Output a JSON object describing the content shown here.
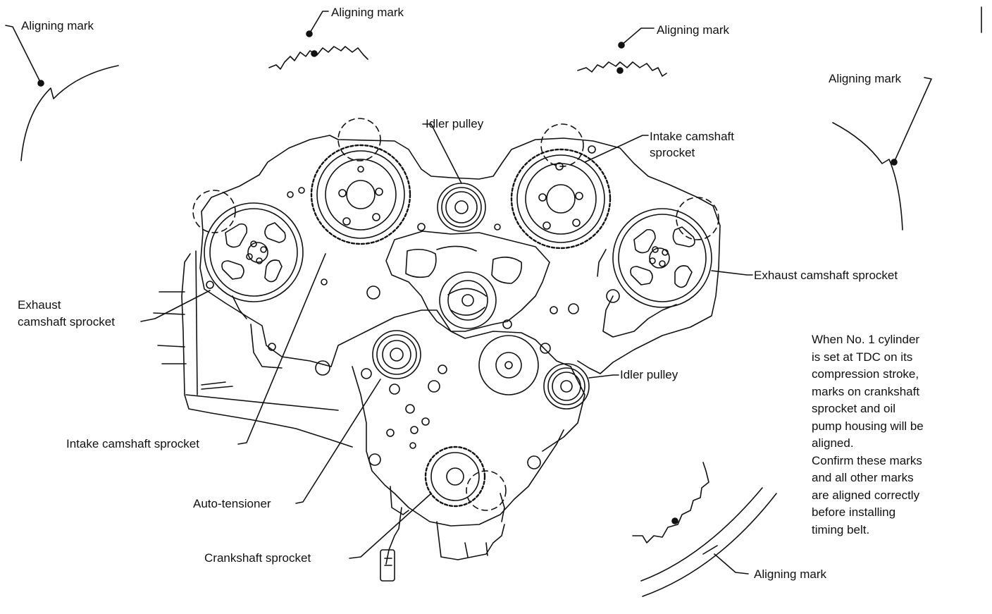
{
  "labels": {
    "aligning_mark": "Aligning mark",
    "idler_pulley": "Idler pulley",
    "intake_cam_sprocket_r1": "Intake camshaft",
    "intake_cam_sprocket_r2": "sprocket",
    "exhaust_cam_sprocket": "Exhaust camshaft sprocket",
    "exhaust_l1": "Exhaust",
    "exhaust_l2": "camshaft sprocket",
    "intake_cam_sprocket": "Intake camshaft sprocket",
    "auto_tensioner": "Auto-tensioner",
    "crankshaft_sprocket": "Crankshaft sprocket"
  },
  "note": [
    "When No. 1 cylinder",
    "is set at TDC on its",
    "compression stroke,",
    "marks on crankshaft",
    "sprocket and oil",
    "pump housing will be",
    "aligned.",
    "Confirm these marks",
    "and all other marks",
    "are aligned correctly",
    "before installing",
    "timing belt."
  ]
}
